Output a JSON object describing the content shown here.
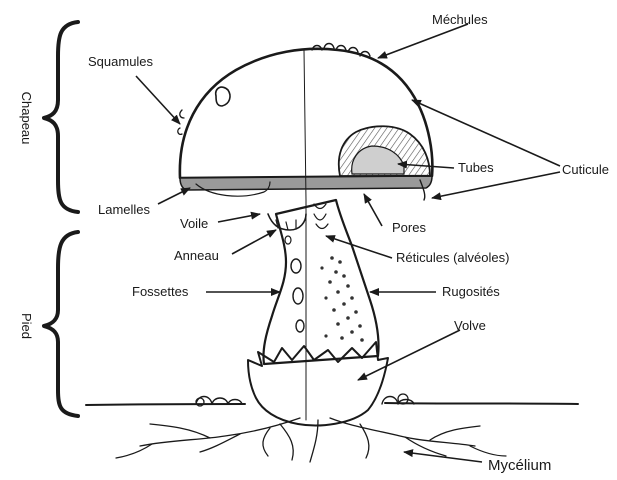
{
  "diagram": {
    "sections": {
      "cap": "Chapeau",
      "stem": "Pied"
    },
    "labels": {
      "mechules": "Méchules",
      "squamules": "Squamules",
      "tubes": "Tubes",
      "cuticule": "Cuticule",
      "lamelles": "Lamelles",
      "voile": "Voile",
      "pores": "Pores",
      "anneau": "Anneau",
      "reticules": "Réticules (alvéoles)",
      "fossettes": "Fossettes",
      "rugosites": "Rugosités",
      "volve": "Volve",
      "mycelium": "Mycélium"
    }
  }
}
